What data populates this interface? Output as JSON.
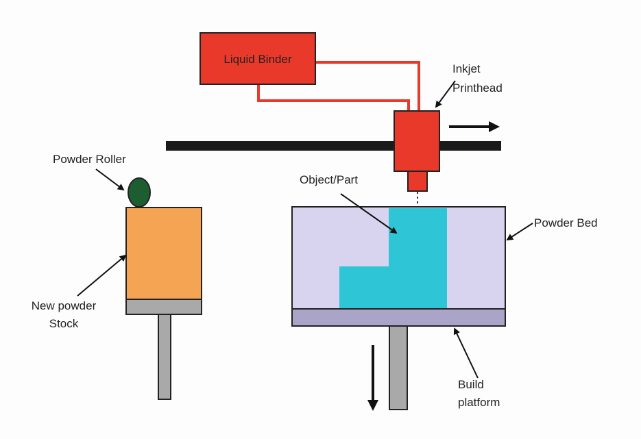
{
  "labels": {
    "liquid_binder": "Liquid Binder",
    "inkjet_line1": "Inkjet",
    "inkjet_line2": "Printhead",
    "powder_roller": "Powder Roller",
    "object_part": "Object/Part",
    "powder_bed": "Powder Bed",
    "new_powder_line1": "New powder",
    "new_powder_line2": "Stock",
    "build_line1": "Build",
    "build_line2": "platform"
  },
  "colors": {
    "binder_red": "#e8392b",
    "roller_green": "#1d5e30",
    "powder_stock_orange": "#f4a452",
    "powder_bed_lavender": "#d8d4ef",
    "object_cyan": "#2ec6d6",
    "platform_purple": "#aba4c9",
    "piston_gray": "#a9a9a9",
    "rail_black": "#1a1a1a"
  }
}
